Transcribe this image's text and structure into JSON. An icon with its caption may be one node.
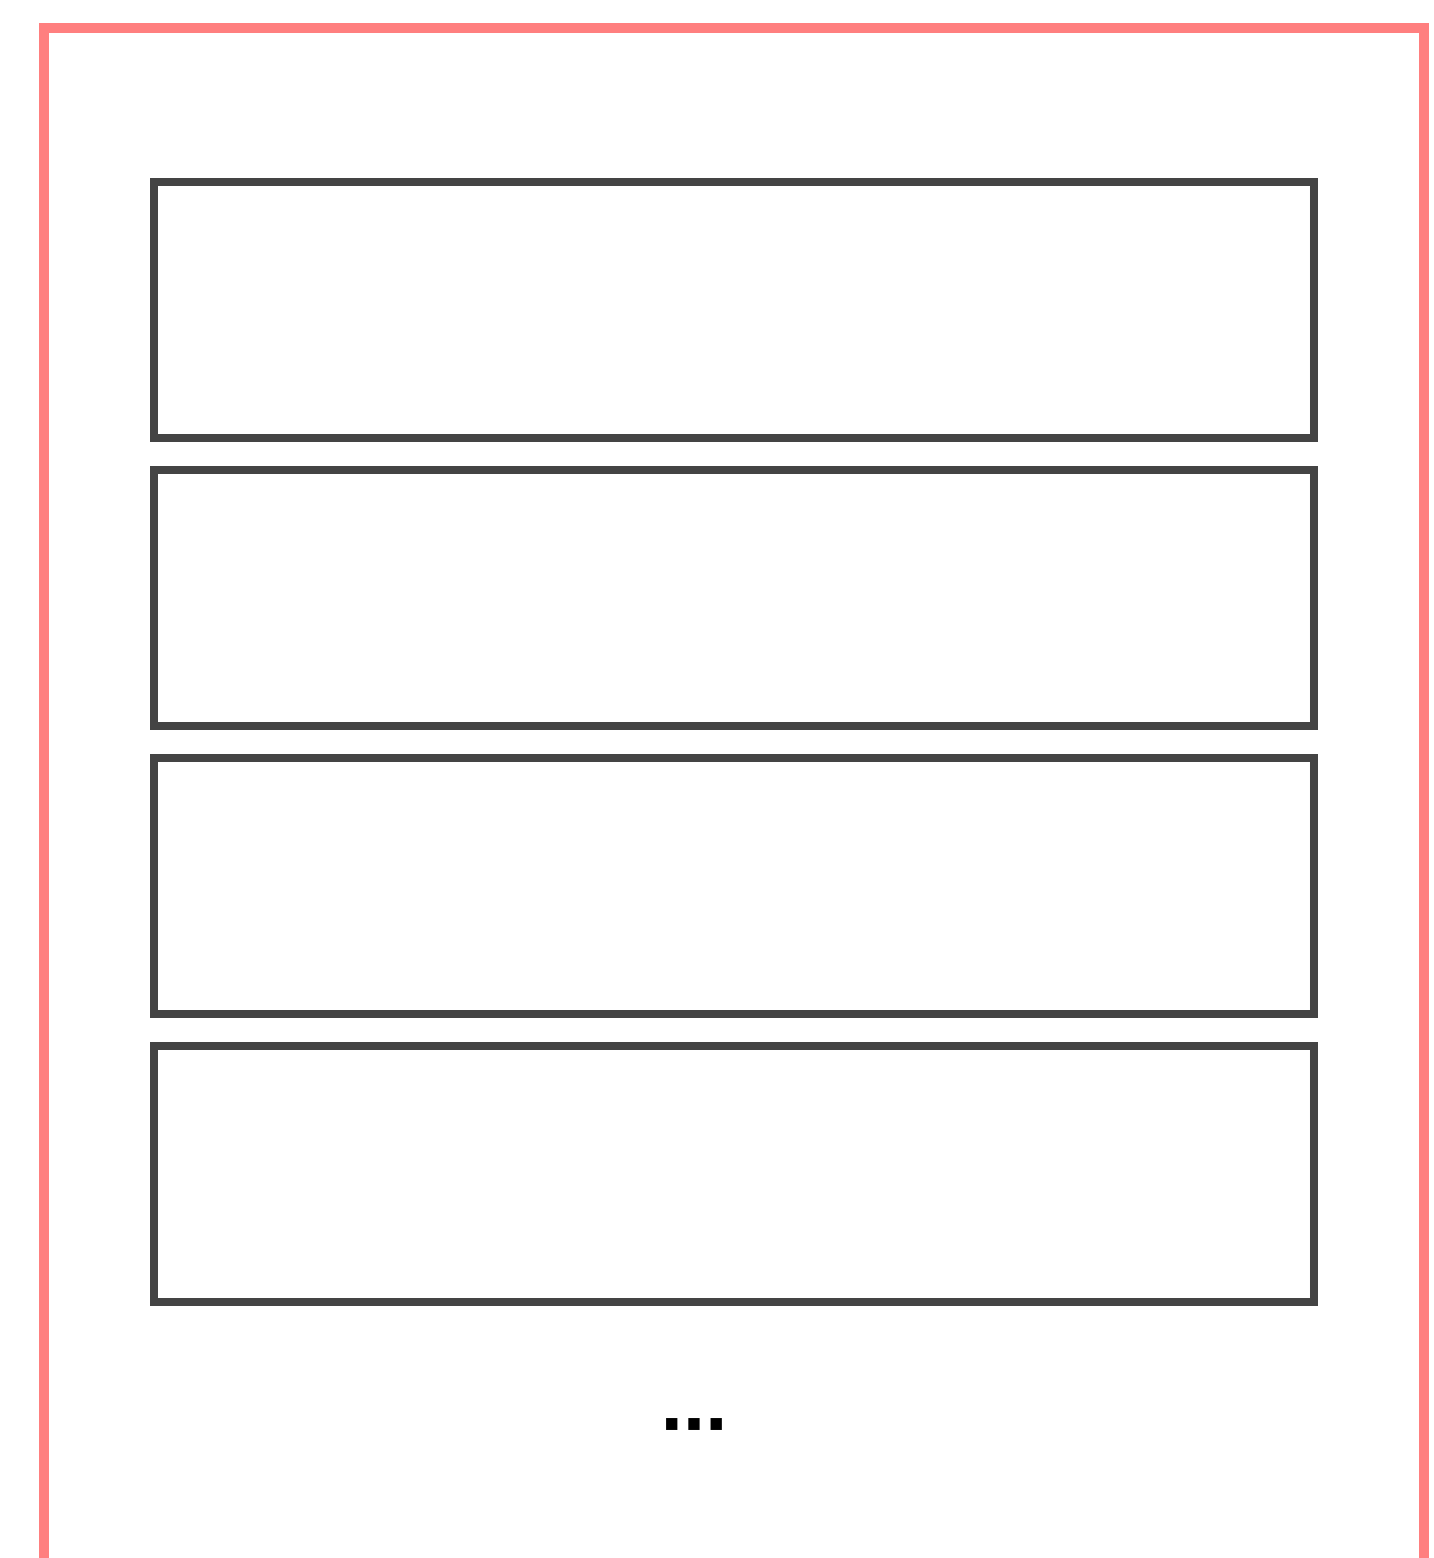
{
  "diagram": {
    "nodes": [
      {
        "text": [],
        "shape": "box"
      },
      {
        "text": [],
        "shape": "box",
        "in": 0
      },
      {
        "text": [],
        "shape": "box",
        "in": 0
      },
      {
        "text": [],
        "shape": "box",
        "in": 0
      },
      {
        "text": [],
        "shape": "box",
        "in": 0
      }
    ],
    "labels": [
      "..."
    ]
  }
}
